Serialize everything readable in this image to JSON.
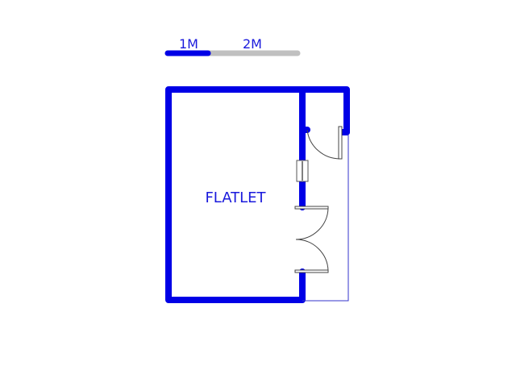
{
  "scale_bar": {
    "label_1": "1M",
    "label_2": "2M"
  },
  "room": {
    "label": "FLATLET"
  },
  "colors": {
    "wall": "#0000e6",
    "scale_fill": "#0000e6",
    "scale_track": "#c0c0c0",
    "text": "#1a1adc",
    "thin_line": "#3333cc"
  }
}
